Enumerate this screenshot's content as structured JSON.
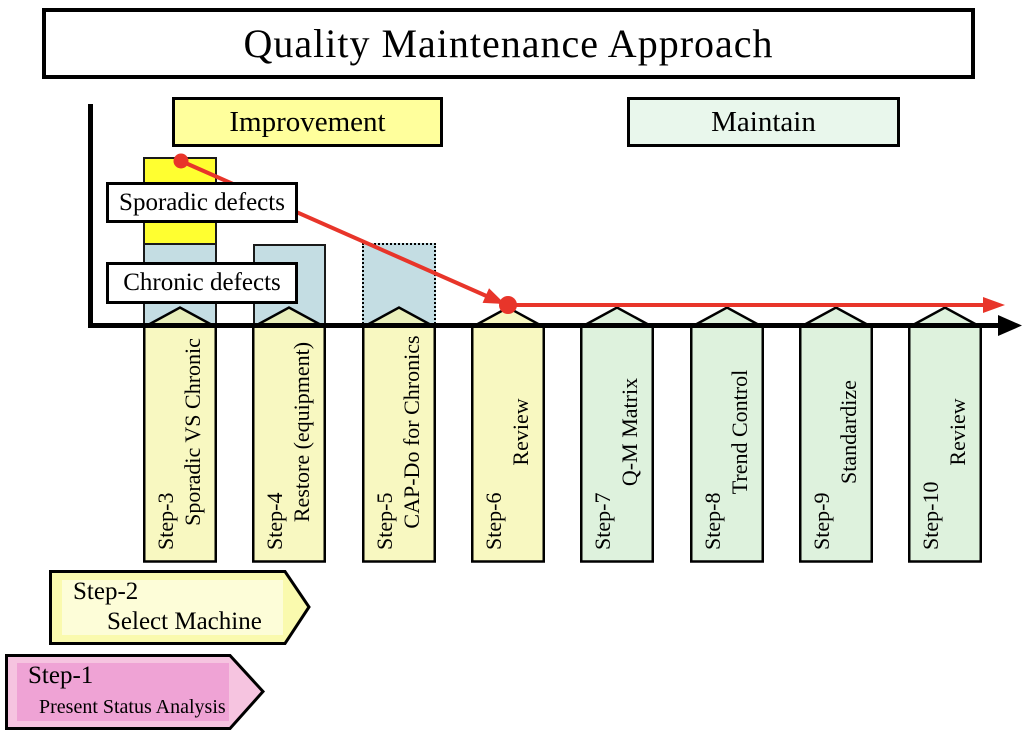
{
  "title": "Quality Maintenance Approach",
  "legend": {
    "improvement": "Improvement",
    "maintain": "Maintain"
  },
  "defect_labels": {
    "sporadic": "Sporadic defects",
    "chronic": "Chronic defects"
  },
  "steps": [
    {
      "id": "Step-3",
      "label": "Sporadic VS Chronic",
      "phase": "improvement"
    },
    {
      "id": "Step-4",
      "label": "Restore (equipment)",
      "phase": "improvement"
    },
    {
      "id": "Step-5",
      "label": "CAP-Do for Chronics",
      "phase": "improvement"
    },
    {
      "id": "Step-6",
      "label": "Review",
      "phase": "improvement"
    },
    {
      "id": "Step-7",
      "label": "Q-M Matrix",
      "phase": "maintain"
    },
    {
      "id": "Step-8",
      "label": "Trend Control",
      "phase": "maintain"
    },
    {
      "id": "Step-9",
      "label": "Standardize",
      "phase": "maintain"
    },
    {
      "id": "Step-10",
      "label": "Review",
      "phase": "maintain"
    }
  ],
  "pre_steps": [
    {
      "id": "Step-2",
      "label": "Select Machine",
      "color": "yellow"
    },
    {
      "id": "Step-1",
      "label": "Present Status Analysis",
      "color": "pink"
    }
  ],
  "defect_chart": {
    "bars": [
      {
        "at_step": "Step-3",
        "segments": [
          "sporadic",
          "chronic"
        ],
        "style": "solid"
      },
      {
        "at_step": "Step-4",
        "segments": [
          "chronic"
        ],
        "style": "solid"
      },
      {
        "at_step": "Step-5",
        "segments": [
          "chronic"
        ],
        "style": "dotted"
      }
    ],
    "trend": "defect level falls from Step-3 peak to baseline at Step-6, then stays flat through Step-10"
  },
  "colors": {
    "sporadic_yellow": "#FFFF30",
    "chronic_blue": "#C4DDE3",
    "improvement_fill": "#FFFF9C",
    "maintain_fill": "#E9F7EC",
    "step_improvement_fill": "#F6F6AC",
    "step_maintain_fill": "#D2EDD1",
    "trend_red": "#E8352A",
    "prestep_yellow_outer": "#FAFAAE",
    "prestep_yellow_inner": "#FDFDD8",
    "prestep_pink_outer": "#F6C4E0",
    "prestep_pink_inner": "#EFA3D5"
  }
}
